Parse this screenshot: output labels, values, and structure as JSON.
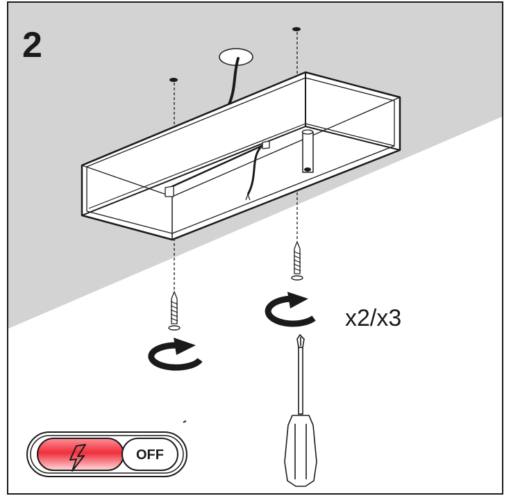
{
  "step": {
    "number": "2"
  },
  "quantity_label": "x2/x3",
  "power_switch": {
    "state_label": "OFF",
    "active_color": "#e8222b"
  },
  "colors": {
    "ceiling": "#d3d3d3",
    "line": "#1a1a1a",
    "background": "#ffffff"
  },
  "icons": [
    "ceiling-wire-hole-icon",
    "mounting-hole-icon",
    "screw-icon",
    "rotate-clockwise-icon",
    "screwdriver-icon",
    "lightning-bolt-icon"
  ]
}
